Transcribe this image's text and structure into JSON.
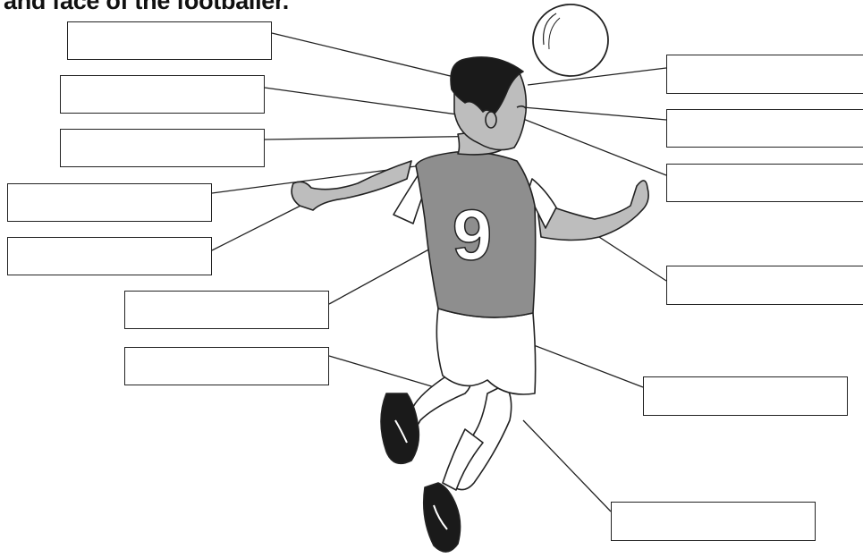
{
  "worksheet": {
    "title_fragment": "and face of the footballer.",
    "jersey_number": "9",
    "label_boxes": [
      {
        "id": "box-1",
        "value": ""
      },
      {
        "id": "box-2",
        "value": ""
      },
      {
        "id": "box-3",
        "value": ""
      },
      {
        "id": "box-4",
        "value": ""
      },
      {
        "id": "box-5",
        "value": ""
      },
      {
        "id": "box-6",
        "value": ""
      },
      {
        "id": "box-7",
        "value": ""
      },
      {
        "id": "box-8",
        "value": ""
      },
      {
        "id": "box-9",
        "value": ""
      },
      {
        "id": "box-10",
        "value": ""
      },
      {
        "id": "box-11",
        "value": ""
      },
      {
        "id": "box-12",
        "value": ""
      },
      {
        "id": "box-13",
        "value": ""
      }
    ]
  },
  "colors": {
    "line": "#222222",
    "jersey": "#8e8e8e",
    "skin": "#bdbdbd",
    "hair": "#1a1a1a"
  }
}
